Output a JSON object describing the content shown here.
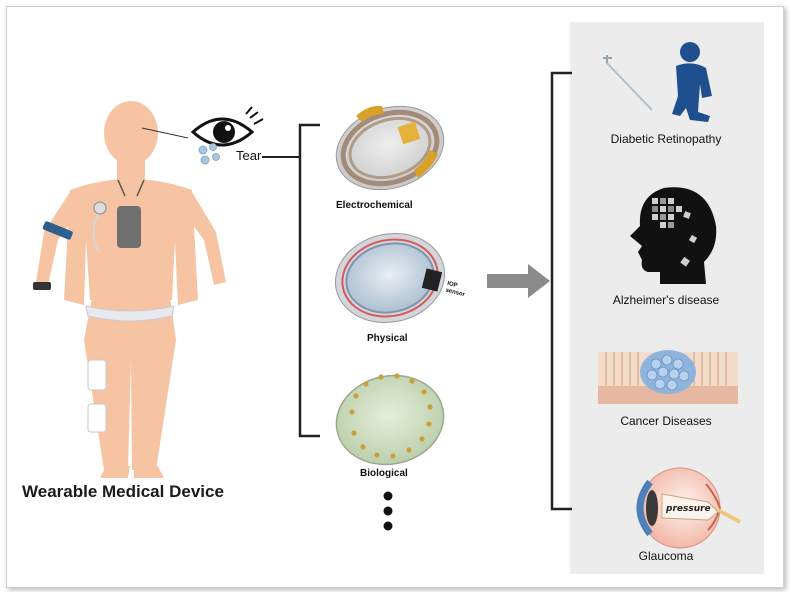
{
  "figure": {
    "title": "Wearable Medical Device",
    "tear_label": "Tear",
    "lens_types": [
      {
        "name": "Electrochemical"
      },
      {
        "name": "Physical",
        "sensor_label_line1": "IOP",
        "sensor_label_line2": "sensor"
      },
      {
        "name": "Biological"
      }
    ],
    "diseases": [
      {
        "name": "Diabetic Retinopathy",
        "icon": "diabetic-person-icon"
      },
      {
        "name": "Alzheimer's disease",
        "icon": "head-brain-icon"
      },
      {
        "name": "Cancer Diseases",
        "icon": "tumor-cells-icon"
      },
      {
        "name": "Glaucoma",
        "icon": "eyeball-pressure-icon",
        "pressure_label": "pressure"
      }
    ],
    "colors": {
      "skin": "#f6c4a2",
      "device_gray": "#6f6f6f",
      "arm_band": "#2f5f8c",
      "arrow": "#8a8a8a",
      "panel_bg": "#ececec",
      "bracket": "#222222"
    }
  }
}
